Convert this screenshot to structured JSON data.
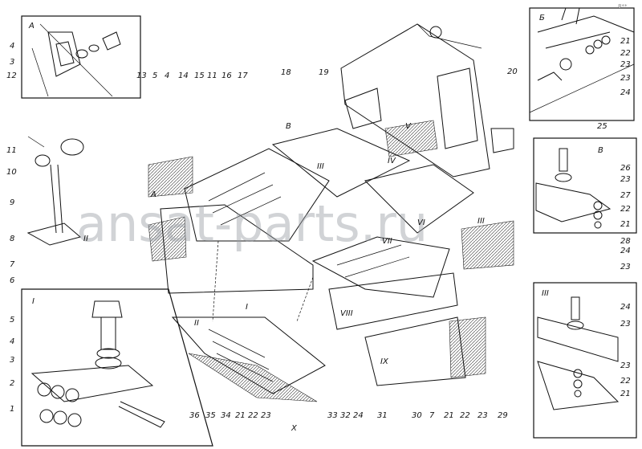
{
  "watermark": "ansat-parts.ru",
  "corner_stamp": "8**",
  "inset_letters": {
    "top_left": "А",
    "top_right": "Б",
    "mid_right": "В",
    "bottom_left": "I",
    "bottom_right": "III"
  },
  "view_markers": [
    "А",
    "Б",
    "В",
    "I",
    "II",
    "III",
    "IV",
    "V",
    "VI",
    "VII",
    "VIII",
    "IX",
    "X"
  ],
  "callouts": {
    "c1": "1",
    "c2": "2",
    "c3": "3",
    "c4": "4",
    "c5": "5",
    "c6": "6",
    "c7": "7",
    "c8": "8",
    "c9": "9",
    "c10": "10",
    "c11": "11",
    "c12": "12",
    "c13": "13",
    "c14": "14",
    "c15": "15",
    "c16": "16",
    "c17": "17",
    "c18": "18",
    "c19": "19",
    "c20": "20",
    "c21": "21",
    "c22": "22",
    "c23": "23",
    "c24": "24",
    "c25": "25",
    "c26": "26",
    "c27": "27",
    "c28": "28",
    "c29": "29",
    "c30": "30",
    "c31": "31",
    "c32": "32",
    "c33": "33",
    "c34": "34",
    "c35": "35",
    "c36": "36"
  }
}
